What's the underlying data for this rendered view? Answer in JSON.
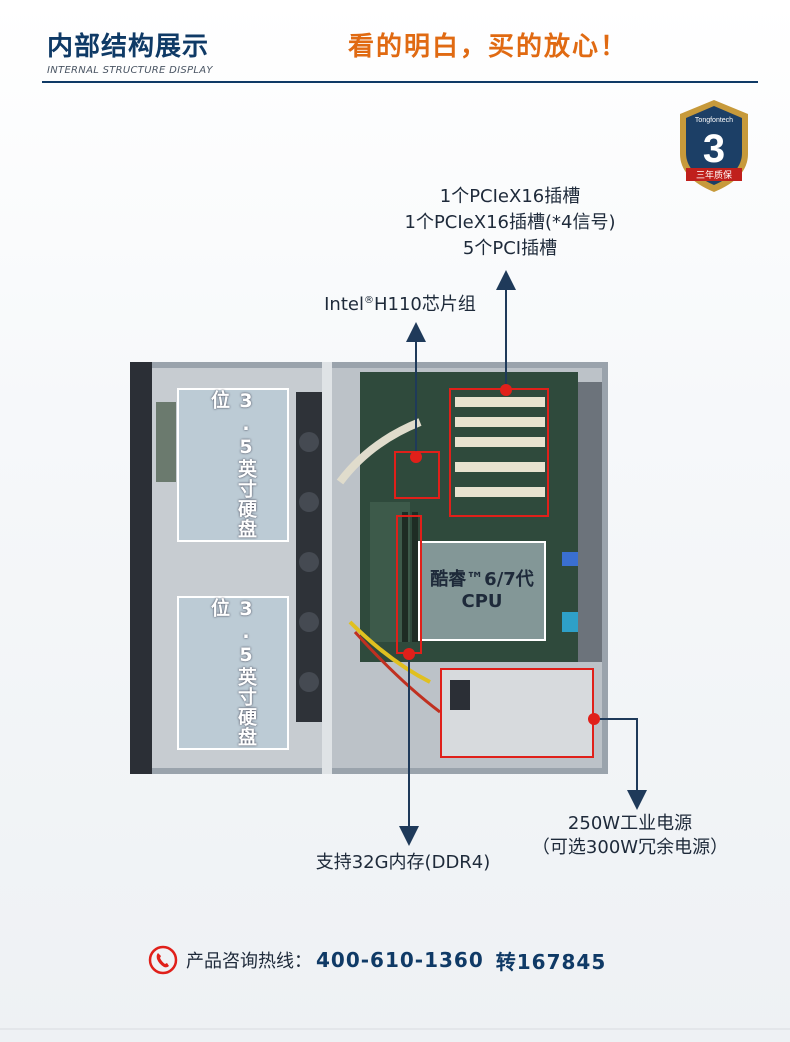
{
  "header": {
    "title": "内部结构展示",
    "subtitle": "INTERNAL STRUCTURE DISPLAY",
    "slogan": "看的明白，买的放心！"
  },
  "badge": {
    "brand": "Tongfontech",
    "number": "3",
    "text": "三年质保"
  },
  "annotations": {
    "pcie": [
      "1个PCIeX16插槽",
      "1个PCIeX16插槽(*4信号)",
      "5个PCI插槽"
    ],
    "chipset_prefix": "Intel",
    "chipset_mark": "®",
    "chipset_suffix": "H110芯片组",
    "memory": "支持32G内存(DDR4)",
    "psu": [
      "250W工业电源",
      "（可选300W冗余电源）"
    ],
    "hdd1": "3.5英寸硬盘位",
    "hdd2": "3.5英寸硬盘位",
    "cpu_line1": "酷睿™6/7代",
    "cpu_line2": "CPU"
  },
  "contact": {
    "label": "产品咨询热线：",
    "phone": "400-610-1360",
    "ext": "转167845"
  },
  "colors": {
    "title_blue": "#0f3a66",
    "slogan_orange": "#e06a12",
    "marker_red": "#e0201a",
    "arrow_navy": "#1f3a5a"
  }
}
